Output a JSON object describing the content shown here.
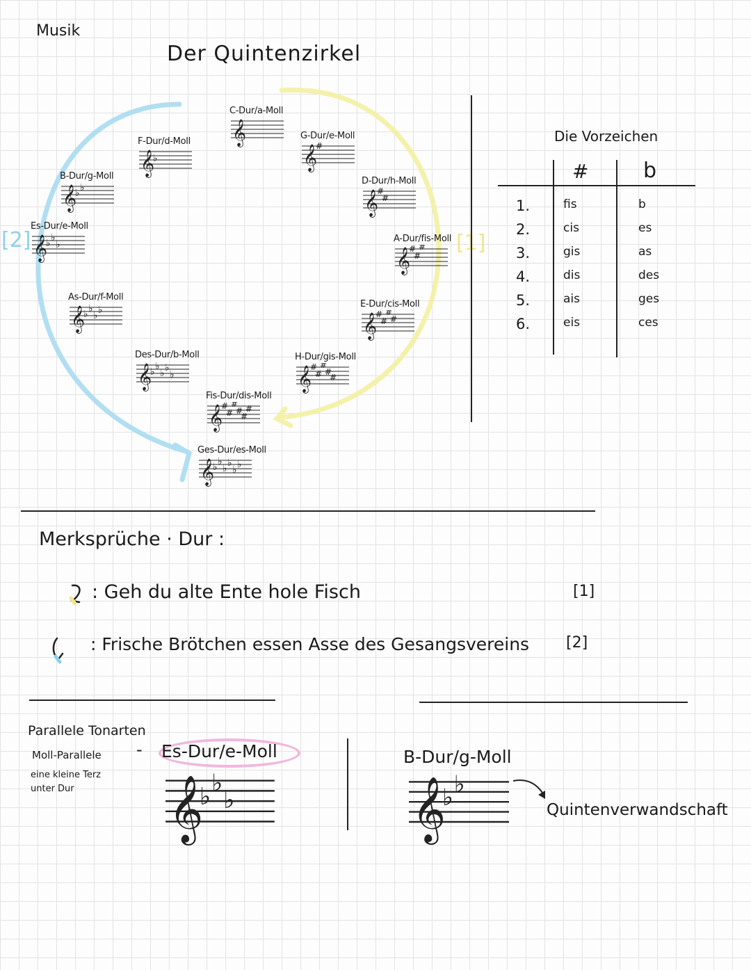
{
  "header": {
    "subject": "Musik",
    "title": "Der Quintenzirkel"
  },
  "circle": {
    "keys": [
      {
        "label": "C-Dur/a-Moll",
        "accidental": "none",
        "count": 0
      },
      {
        "label": "G-Dur/e-Moll",
        "accidental": "sharp",
        "count": 1
      },
      {
        "label": "D-Dur/h-Moll",
        "accidental": "sharp",
        "count": 2
      },
      {
        "label": "A-Dur/fis-Moll",
        "accidental": "sharp",
        "count": 3
      },
      {
        "label": "E-Dur/cis-Moll",
        "accidental": "sharp",
        "count": 4
      },
      {
        "label": "H-Dur/gis-Moll",
        "accidental": "sharp",
        "count": 5
      },
      {
        "label": "Fis-Dur/dis-Moll",
        "accidental": "sharp",
        "count": 6
      },
      {
        "label": "Ges-Dur/es-Moll",
        "accidental": "flat",
        "count": 6
      },
      {
        "label": "Des-Dur/b-Moll",
        "accidental": "flat",
        "count": 5
      },
      {
        "label": "As-Dur/f-Moll",
        "accidental": "flat",
        "count": 4
      },
      {
        "label": "Es-Dur/e-Moll",
        "accidental": "flat",
        "count": 3
      },
      {
        "label": "B-Dur/g-Moll",
        "accidental": "flat",
        "count": 2
      },
      {
        "label": "F-Dur/d-Moll",
        "accidental": "flat",
        "count": 1
      }
    ],
    "marker_left": "[2]",
    "marker_right": "[1]",
    "color_flat_arrow": "#a9dcef",
    "color_sharp_arrow": "#f3f0a6"
  },
  "vorzeichen": {
    "title": "Die Vorzeichen",
    "col_sharp": "#",
    "col_flat": "b",
    "rows": [
      {
        "n": "1.",
        "sharp": "fis",
        "flat": "b"
      },
      {
        "n": "2.",
        "sharp": "cis",
        "flat": "es"
      },
      {
        "n": "3.",
        "sharp": "gis",
        "flat": "as"
      },
      {
        "n": "4.",
        "sharp": "dis",
        "flat": "des"
      },
      {
        "n": "5.",
        "sharp": "ais",
        "flat": "ges"
      },
      {
        "n": "6.",
        "sharp": "eis",
        "flat": "ces"
      }
    ]
  },
  "merksprueche": {
    "heading": "Merksprüche · Dur :",
    "lines": [
      {
        "text": ": Geh du alte Ente hole Fisch",
        "ref": "[1]",
        "arrow_color": "#f3e58a"
      },
      {
        "text": ": Frische Brötchen essen Asse des Gesangsvereins",
        "ref": "[2]",
        "arrow_color": "#8fd0ea"
      }
    ]
  },
  "parallel": {
    "heading": "Parallele Tonarten",
    "sub1": "Moll-Parallele",
    "sub2": "eine kleine Terz",
    "sub3": "unter Dur",
    "dash": "-",
    "example1": "Es-Dur/e-Moll",
    "highlight_color": "#f0b8dc",
    "example2": "B-Dur/g-Moll",
    "note": "Quintenverwandschaft"
  }
}
